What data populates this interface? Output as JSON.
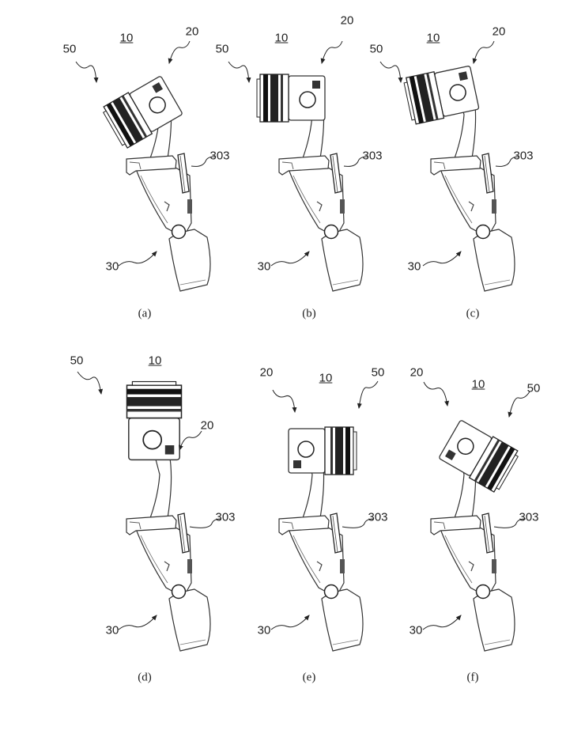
{
  "figure": {
    "panels": [
      {
        "caption": "(a)",
        "assembly_ref": "10",
        "camera_ref": "20",
        "lens_ref": "50",
        "grip_ref": "30",
        "plate_ref": "303",
        "orientation": "tilted lens down-left"
      },
      {
        "caption": "(b)",
        "assembly_ref": "10",
        "camera_ref": "20",
        "lens_ref": "50",
        "grip_ref": "30",
        "plate_ref": "303",
        "orientation": "lens facing left"
      },
      {
        "caption": "(c)",
        "assembly_ref": "10",
        "camera_ref": "20",
        "lens_ref": "50",
        "grip_ref": "30",
        "plate_ref": "303",
        "orientation": "lens facing slightly down-left"
      },
      {
        "caption": "(d)",
        "assembly_ref": "10",
        "camera_ref": "20",
        "lens_ref": "50",
        "grip_ref": "30",
        "plate_ref": "303",
        "orientation": "lens facing up"
      },
      {
        "caption": "(e)",
        "assembly_ref": "10",
        "camera_ref": "20",
        "lens_ref": "50",
        "grip_ref": "30",
        "plate_ref": "303",
        "orientation": "lens facing right"
      },
      {
        "caption": "(f)",
        "assembly_ref": "10",
        "camera_ref": "20",
        "lens_ref": "50",
        "grip_ref": "30",
        "plate_ref": "303",
        "orientation": "lens facing down-right"
      }
    ]
  }
}
